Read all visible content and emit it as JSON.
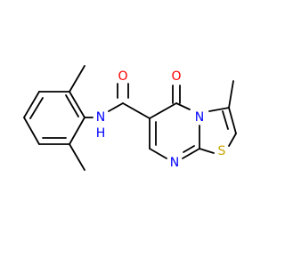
{
  "molecule": {
    "colors": {
      "carbon": "#000000",
      "nitrogen": "#0000ff",
      "oxygen": "#ff0000",
      "sulfur": "#c7a600"
    },
    "atom_labels": [
      {
        "id": "atom-nh",
        "label": "N",
        "sub": "H",
        "element": "nitrogen"
      },
      {
        "id": "atom-o-carbonyl-amide",
        "label": "O",
        "element": "oxygen"
      },
      {
        "id": "atom-o-ring-ketone",
        "label": "O",
        "element": "oxygen"
      },
      {
        "id": "atom-n-bridgehead",
        "label": "N",
        "element": "nitrogen"
      },
      {
        "id": "atom-n-ring",
        "label": "N",
        "element": "nitrogen"
      },
      {
        "id": "atom-s-thiazole",
        "label": "S",
        "element": "sulfur"
      }
    ]
  }
}
